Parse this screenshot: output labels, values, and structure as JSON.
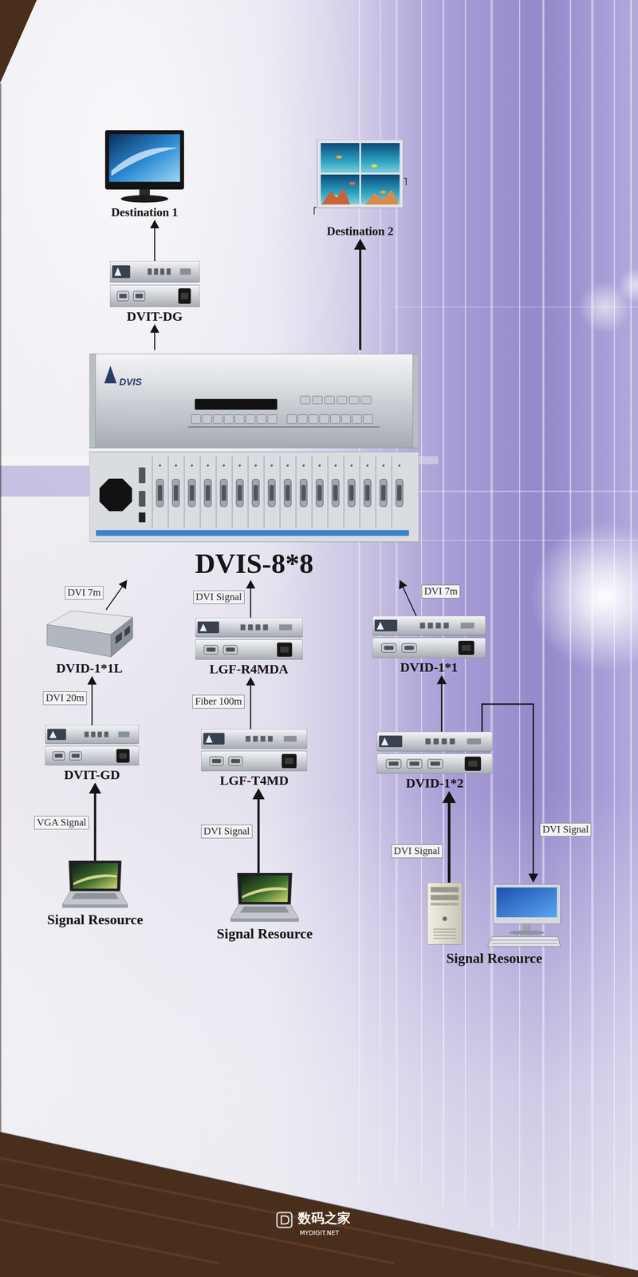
{
  "diagram": {
    "nodes": [
      {
        "text": [
          "Destination 1"
        ]
      },
      {
        "text": [
          "Destination 2"
        ]
      },
      {
        "text": [
          "DVIT-DG"
        ]
      },
      {
        "text": [
          "DVIS-8*8"
        ]
      },
      {
        "text": [
          "DVID-1*1L"
        ]
      },
      {
        "text": [
          "LGF-R4MDA"
        ]
      },
      {
        "text": [
          "DVID-1*1"
        ]
      },
      {
        "text": [
          "DVIT-GD"
        ]
      },
      {
        "text": [
          "LGF-T4MD"
        ]
      },
      {
        "text": [
          "DVID-1*2"
        ]
      },
      {
        "text": [
          "Signal Resource"
        ]
      },
      {
        "text": [
          "Signal Resource"
        ]
      },
      {
        "text": [
          "Signal Resource"
        ]
      }
    ],
    "edges": [
      {
        "from": 2,
        "to": 0,
        "arrow": "to"
      },
      {
        "from": 3,
        "to": 2,
        "arrow": "to"
      },
      {
        "from": 3,
        "to": 1,
        "arrow": "to"
      },
      {
        "from": 4,
        "to": 3,
        "label": "DVI 7m",
        "arrow": "to"
      },
      {
        "from": 5,
        "to": 3,
        "label": "DVI Signal",
        "arrow": "to"
      },
      {
        "from": 6,
        "to": 3,
        "label": "DVI 7m",
        "arrow": "to"
      },
      {
        "from": 7,
        "to": 4,
        "label": "DVI 20m",
        "arrow": "to"
      },
      {
        "from": 8,
        "to": 5,
        "label": "Fiber 100m",
        "arrow": "to"
      },
      {
        "from": 9,
        "to": 6,
        "arrow": "to"
      },
      {
        "from": 10,
        "to": 7,
        "label": "VGA Signal",
        "arrow": "to"
      },
      {
        "from": 11,
        "to": 8,
        "label": "DVI Signal",
        "arrow": "to"
      },
      {
        "from": 12,
        "to": 9,
        "label": "DVI Signal",
        "arrow": "to"
      },
      {
        "from": 9,
        "to": 12,
        "label": "DVI Signal",
        "arrow": "to"
      }
    ],
    "labels": [
      "DVIS",
      "数码之家",
      "MYDIGIT.NET"
    ]
  }
}
